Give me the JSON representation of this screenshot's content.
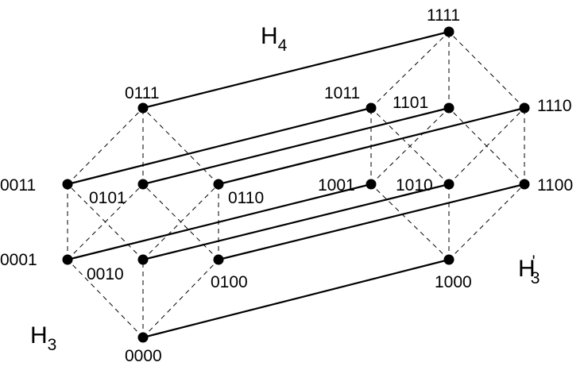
{
  "vertices": [
    {
      "id": "0000",
      "label": "0000"
    },
    {
      "id": "0001",
      "label": "0001"
    },
    {
      "id": "0010",
      "label": "0010"
    },
    {
      "id": "0011",
      "label": "0011"
    },
    {
      "id": "0100",
      "label": "0100"
    },
    {
      "id": "0101",
      "label": "0101"
    },
    {
      "id": "0110",
      "label": "0110"
    },
    {
      "id": "0111",
      "label": "0111"
    },
    {
      "id": "1000",
      "label": "1000"
    },
    {
      "id": "1001",
      "label": "1001"
    },
    {
      "id": "1010",
      "label": "1010"
    },
    {
      "id": "1011",
      "label": "1011"
    },
    {
      "id": "1100",
      "label": "1100"
    },
    {
      "id": "1101",
      "label": "1101"
    },
    {
      "id": "1110",
      "label": "1110"
    },
    {
      "id": "1111",
      "label": "1111"
    }
  ],
  "solid_edges": [
    [
      "0000",
      "1000"
    ],
    [
      "0001",
      "1001"
    ],
    [
      "0010",
      "1010"
    ],
    [
      "0011",
      "1011"
    ],
    [
      "0100",
      "1100"
    ],
    [
      "0101",
      "1101"
    ],
    [
      "0110",
      "1110"
    ],
    [
      "0111",
      "1111"
    ]
  ],
  "dashed_edges": [
    [
      "0000",
      "0001"
    ],
    [
      "0000",
      "0010"
    ],
    [
      "0000",
      "0100"
    ],
    [
      "0001",
      "0011"
    ],
    [
      "0001",
      "0101"
    ],
    [
      "0010",
      "0011"
    ],
    [
      "0010",
      "0110"
    ],
    [
      "0100",
      "0101"
    ],
    [
      "0100",
      "0110"
    ],
    [
      "0011",
      "0111"
    ],
    [
      "0101",
      "0111"
    ],
    [
      "0110",
      "0111"
    ],
    [
      "1000",
      "1001"
    ],
    [
      "1000",
      "1010"
    ],
    [
      "1000",
      "1100"
    ],
    [
      "1001",
      "1011"
    ],
    [
      "1001",
      "1101"
    ],
    [
      "1010",
      "1011"
    ],
    [
      "1010",
      "1110"
    ],
    [
      "1100",
      "1101"
    ],
    [
      "1100",
      "1110"
    ],
    [
      "1011",
      "1111"
    ],
    [
      "1101",
      "1111"
    ],
    [
      "1110",
      "1111"
    ]
  ],
  "subgraph_labels": {
    "h4": {
      "base": "H",
      "sub": "4"
    },
    "h3": {
      "base": "H",
      "sub": "3"
    },
    "h3_prime": {
      "base": "H",
      "prime": "'",
      "sub": "3"
    }
  }
}
